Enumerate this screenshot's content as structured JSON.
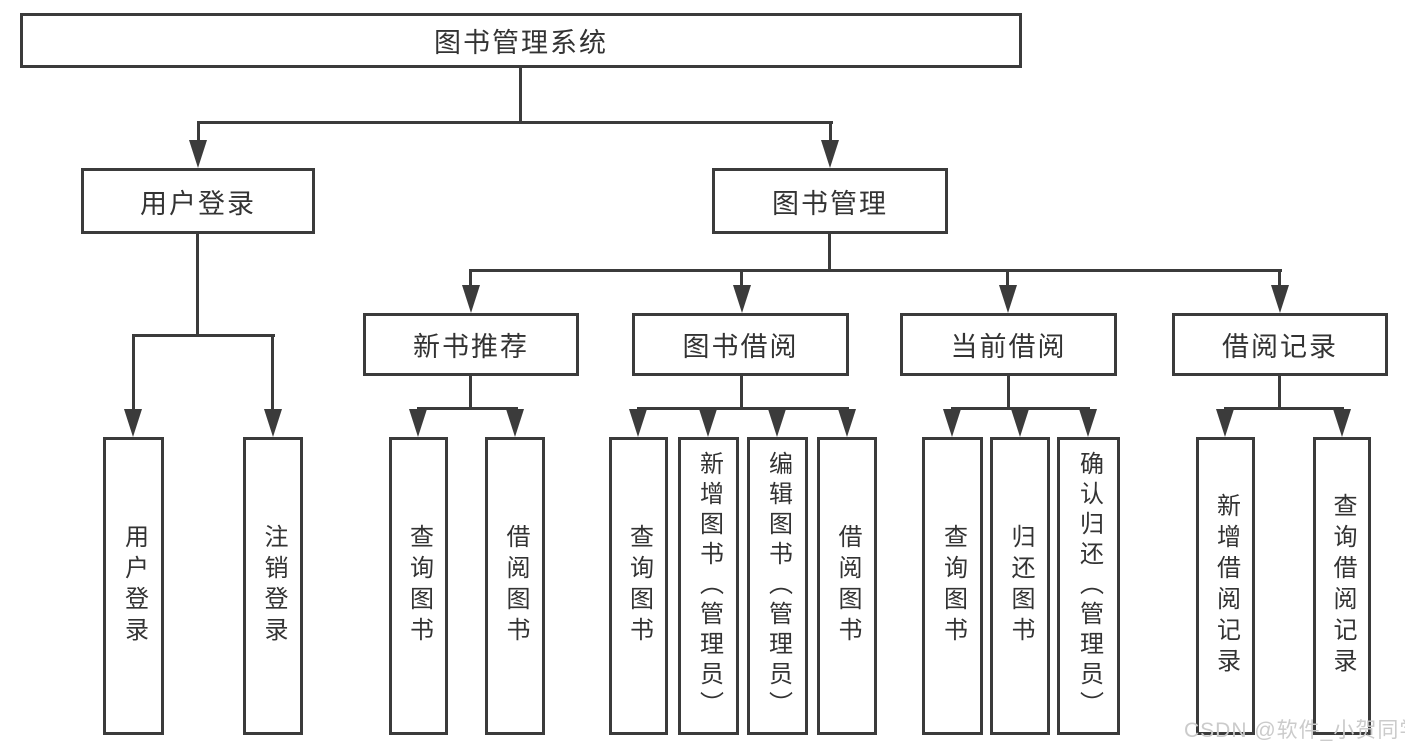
{
  "page": {
    "background": "#ffffff"
  },
  "colors": {
    "line": "#3b3b3b",
    "box_border": "#3b3b3b",
    "text": "#333333",
    "watermark": "#cbcbcb"
  },
  "tree": {
    "root": {
      "label": "图书管理系统"
    },
    "branches": [
      {
        "label": "用户登录",
        "children": [
          {
            "label": "用户登录"
          },
          {
            "label": "注销登录"
          }
        ]
      },
      {
        "label": "图书管理",
        "children": [
          {
            "label": "新书推荐",
            "children": [
              {
                "label": "查询图书"
              },
              {
                "label": "借阅图书"
              }
            ]
          },
          {
            "label": "图书借阅",
            "children": [
              {
                "label": "查询图书"
              },
              {
                "label": "新增图书（管理员）"
              },
              {
                "label": "编辑图书（管理员）"
              },
              {
                "label": "借阅图书"
              }
            ]
          },
          {
            "label": "当前借阅",
            "children": [
              {
                "label": "查询图书"
              },
              {
                "label": "归还图书"
              },
              {
                "label": "确认归还（管理员）"
              }
            ]
          },
          {
            "label": "借阅记录",
            "children": [
              {
                "label": "新增借阅记录"
              },
              {
                "label": "查询借阅记录"
              }
            ]
          }
        ]
      }
    ]
  },
  "watermark": {
    "text": "CSDN @软件_小贺同学"
  }
}
